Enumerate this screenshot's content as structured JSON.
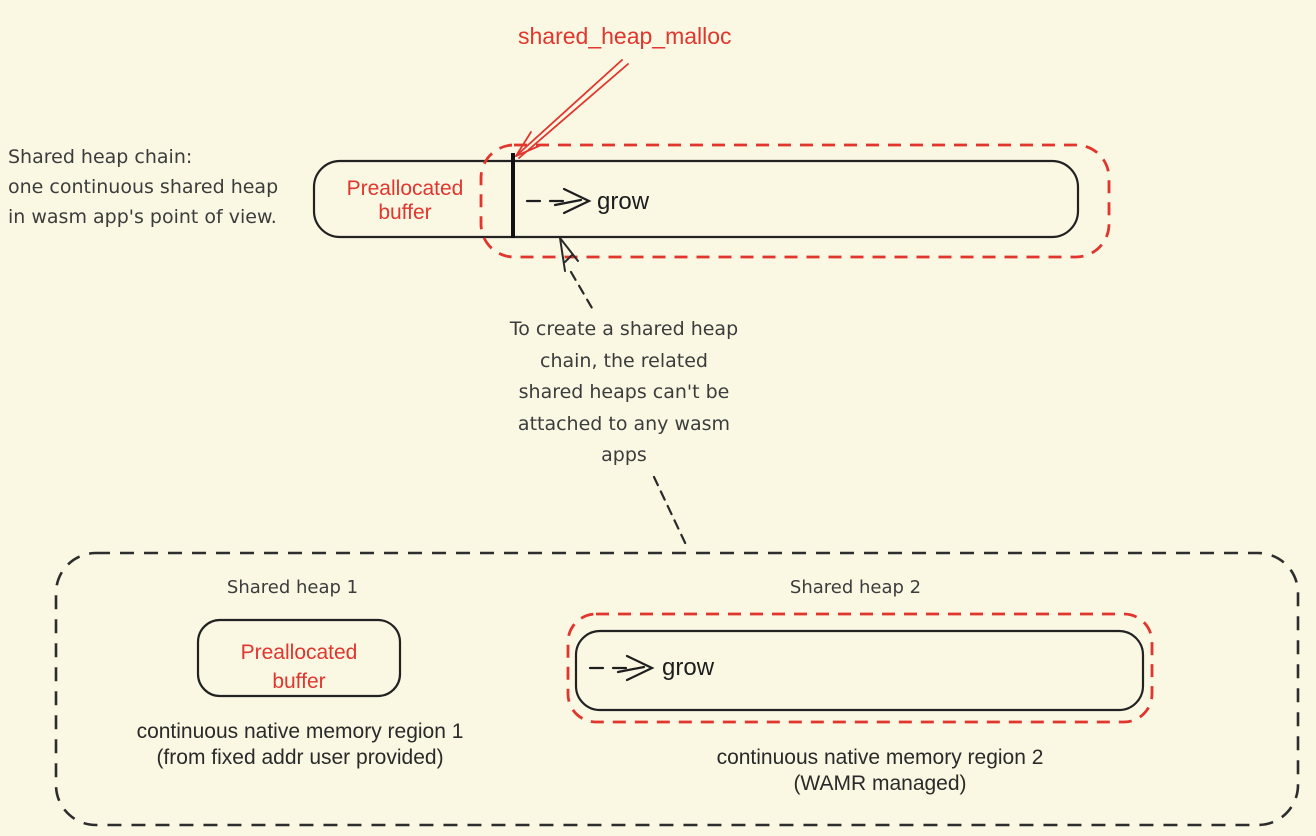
{
  "palette": {
    "background": "#FAF7E3",
    "red": "#E0362E",
    "ink": "#222222",
    "text": "#3C3C3C"
  },
  "top": {
    "malloc_label": "shared_heap_malloc",
    "heading": [
      "Shared heap chain:",
      "one continuous shared heap",
      "in wasm app's point of view."
    ],
    "prealloc": [
      "Preallocated",
      "buffer"
    ],
    "grow_label": "grow"
  },
  "note_lines": [
    "To create a shared heap",
    "chain, the related",
    "shared heaps can't be",
    "attached to any wasm",
    "apps"
  ],
  "bottom": {
    "heap1": {
      "title": "Shared heap 1",
      "box": [
        "Preallocated",
        "buffer"
      ],
      "caption": [
        "continuous native memory region 1",
        "(from fixed addr user provided)"
      ]
    },
    "heap2": {
      "title": "Shared heap 2",
      "grow_label": "grow",
      "caption": [
        "continuous native memory region 2",
        "(WAMR managed)"
      ]
    }
  }
}
